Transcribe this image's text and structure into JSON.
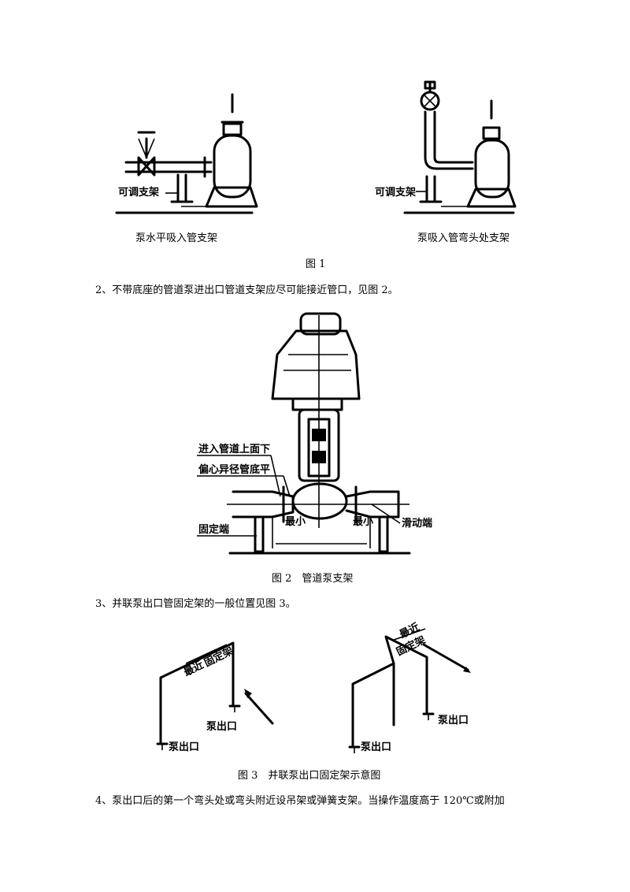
{
  "figure1": {
    "left_label": "可调支架",
    "right_label": "可调支架",
    "left_caption": "泵水平吸入管支架",
    "right_caption": "泵吸入管弯头处支架",
    "caption": "图 1"
  },
  "paragraph2": "2、不带底座的管道泵进出口管道支架应尽可能接近管口，见图 2。",
  "figure2": {
    "label_1": "进入管道上面下",
    "label_2": "偏心异径管底平",
    "label_3": "固定端",
    "label_4": "最小",
    "label_5": "最小",
    "label_6": "滑动端",
    "caption": "图 2　管道泵支架"
  },
  "paragraph3": "3、并联泵出口管固定架的一般位置见图 3。",
  "figure3": {
    "left_label_1": "最近",
    "left_label_2": "固定架",
    "left_outlet_1": "泵出口",
    "left_outlet_2": "泵出口",
    "right_label_1": "最近",
    "right_label_2": "固定架",
    "right_outlet_1": "泵出口",
    "right_outlet_2": "泵出口",
    "caption": "图 3　并联泵出口固定架示意图"
  },
  "paragraph4": "4、泵出口后的第一个弯头处或弯头附近设吊架或弹簧支架。当操作温度高于 120℃或附加"
}
